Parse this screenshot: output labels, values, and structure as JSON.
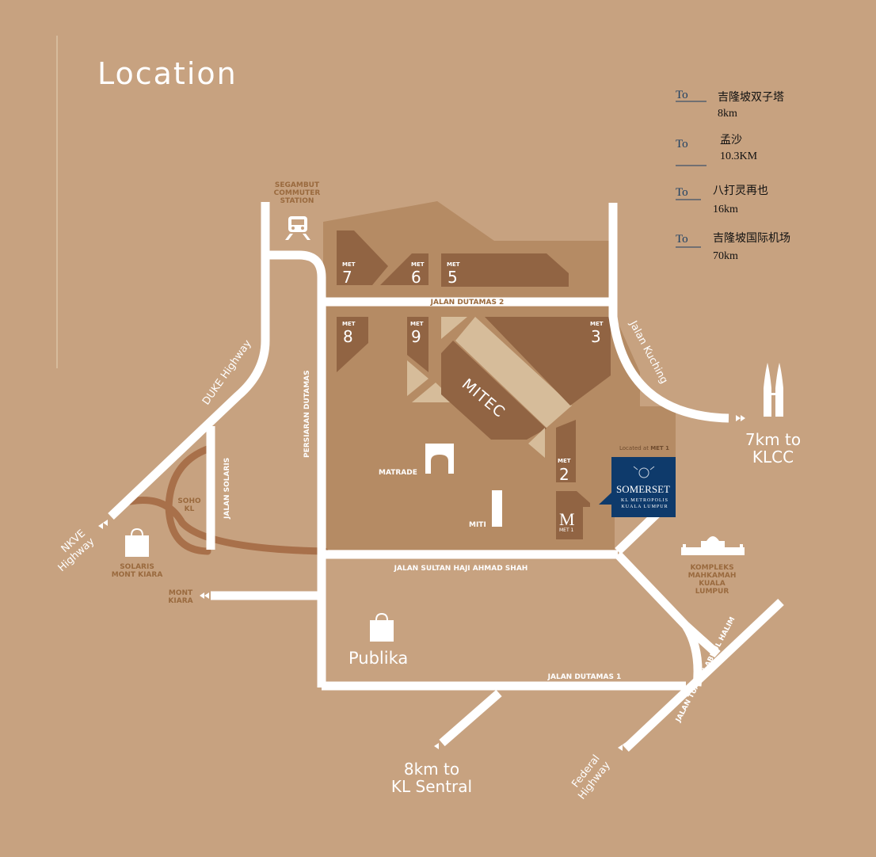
{
  "title": "Location",
  "destinations": [
    {
      "to": "To",
      "name": "吉隆坡双子塔",
      "distance": "8km"
    },
    {
      "to": "To",
      "name": "孟沙",
      "distance": "10.3KM"
    },
    {
      "to": "To",
      "name": "八打灵再也",
      "distance": "16km"
    },
    {
      "to": "To",
      "name": "吉隆坡国际机场",
      "distance": "70km"
    }
  ],
  "roads": {
    "jalan_dutamas_2": "JALAN DUTAMAS 2",
    "jalan_dutamas_1": "JALAN DUTAMAS 1",
    "jalan_sultan": "JALAN SULTAN HAJI AHMAD SHAH",
    "persiaran_dutamas": "PERSIARAN DUTAMAS",
    "jalan_solaris": "JALAN SOLARIS",
    "duke_highway": "DUKE Highway",
    "jalan_kuching": "Jalan Kuching",
    "jalan_tuanku": "JALAN TUANKU ABDUL HALIM",
    "nkve_line1": "NKVE",
    "nkve_line2": "Highway",
    "federal_line1": "Federal",
    "federal_line2": "Highway"
  },
  "places": {
    "segambut_line1": "SEGAMBUT",
    "segambut_line2": "COMMUTER",
    "segambut_line3": "STATION",
    "soho_line1": "SOHO",
    "soho_line2": "KL",
    "solaris_line1": "SOLARIS",
    "solaris_line2": "MONT KIARA",
    "mont_line1": "MONT",
    "mont_line2": "KIARA",
    "matrade": "MATRADE",
    "miti": "MITI",
    "mitec": "MITEC",
    "publika": "Publika",
    "kompleks_line1": "KOMPLEKS",
    "kompleks_line2": "MAHKAMAH",
    "kompleks_line3": "KUALA",
    "kompleks_line4": "LUMPUR",
    "klcc_line1": "7km to",
    "klcc_line2": "KLCC",
    "sentral_line1": "8km to",
    "sentral_line2": "KL Sentral"
  },
  "met_blocks": [
    {
      "tag": "MET",
      "num": "7"
    },
    {
      "tag": "MET",
      "num": "6"
    },
    {
      "tag": "MET",
      "num": "5"
    },
    {
      "tag": "MET",
      "num": "8"
    },
    {
      "tag": "MET",
      "num": "9"
    },
    {
      "tag": "MET",
      "num": "3"
    },
    {
      "tag": "MET",
      "num": "2"
    }
  ],
  "met1_logo": {
    "letter": "M",
    "caption": "MET 1"
  },
  "somerset": {
    "located_prefix": "Located at",
    "located_bold": "MET 1",
    "brand": "SOMERSET",
    "line1": "KL METROPOLIS",
    "line2": "KUALA LUMPUR"
  },
  "colors": {
    "background": "#c7a280",
    "block_light": "#b58b64",
    "block_dark": "#916443",
    "block_pale": "#d6bc9a",
    "road": "#ffffff",
    "brown_road": "#a8704a",
    "label_brown": "#9a6a3e",
    "somerset_blue": "#0e3a6b",
    "to_blue": "#1b3f63"
  }
}
